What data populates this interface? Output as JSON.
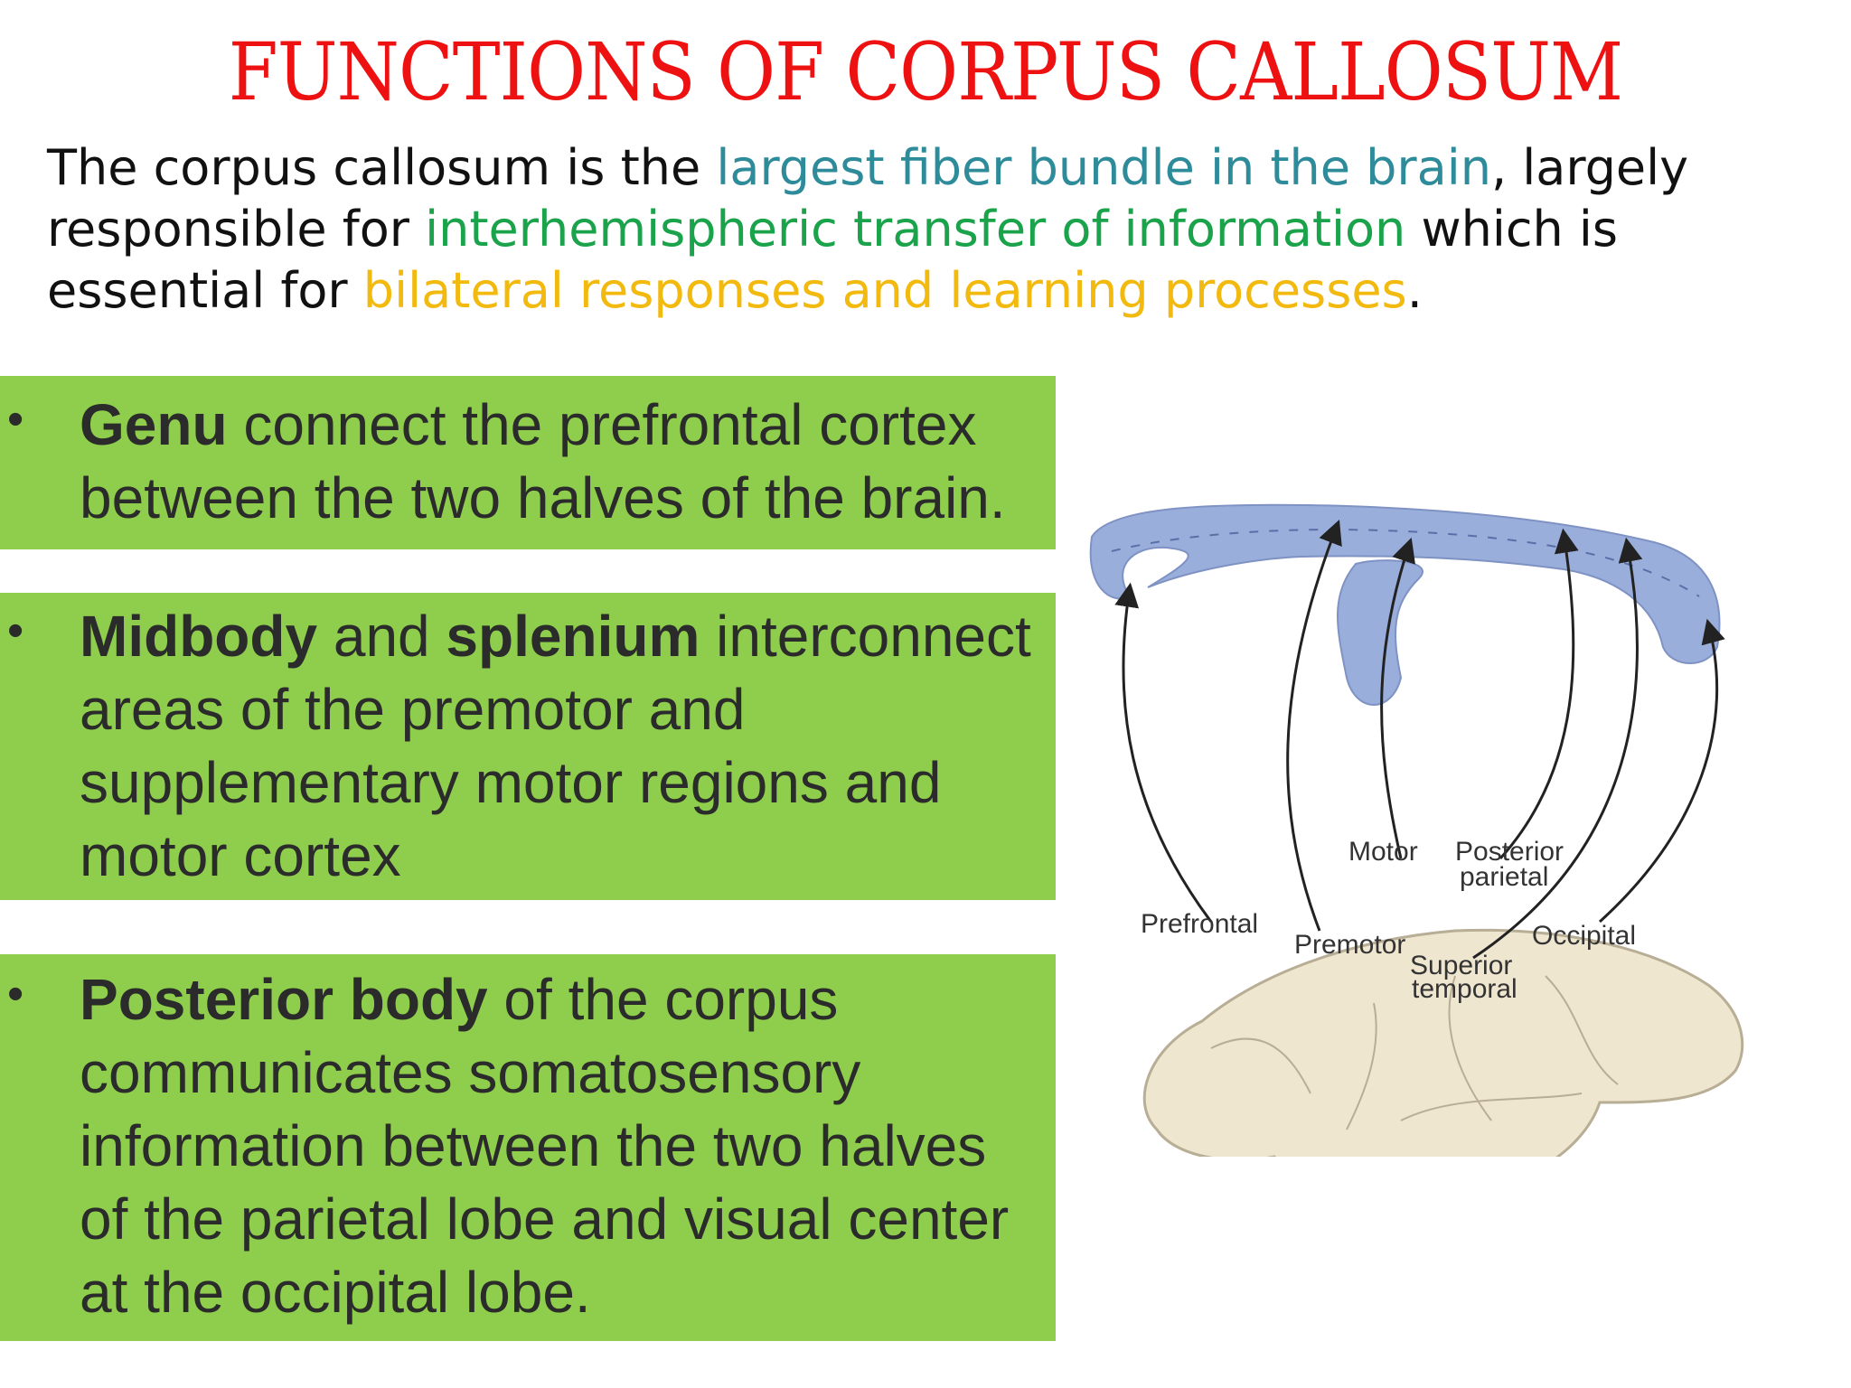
{
  "title": "FUNCTIONS OF CORPUS CALLOSUM",
  "intro": {
    "seg1": "The corpus callosum is the ",
    "hl1": "largest fiber bundle in the brain",
    "seg2": ", largely responsible for ",
    "hl2": "interhemispheric transfer of information",
    "seg3": " which is essential for ",
    "hl3": "bilateral responses and learning processes",
    "seg4": "."
  },
  "colors": {
    "title": "#ee1111",
    "hl1": "#2e8b9a",
    "hl2": "#1aa34a",
    "hl3": "#f2b90f",
    "panel": "#8fce4d",
    "callosum": "#9aaedb",
    "brain": "#efe6d0"
  },
  "bullets": {
    "b1": {
      "bold1": "Genu",
      "rest1": " connect the prefrontal cortex between the two halves of the brain."
    },
    "b2": {
      "bold1": "Midbody",
      "mid": " and ",
      "bold2": "splenium",
      "rest": " interconnect areas of the premotor and supplementary motor regions and motor cortex"
    },
    "b3": {
      "bold1": "Posterior body",
      "rest": " of the corpus communicates somatosensory information between the two halves of the parietal lobe and visual center at the occipital lobe."
    }
  },
  "diagram_labels": {
    "prefrontal": "Prefrontal",
    "premotor": "Premotor",
    "motor": "Motor",
    "posterior": "Posterior",
    "parietal": "parietal",
    "superior": "Superior",
    "temporal": "temporal",
    "occipital": "Occipital"
  }
}
